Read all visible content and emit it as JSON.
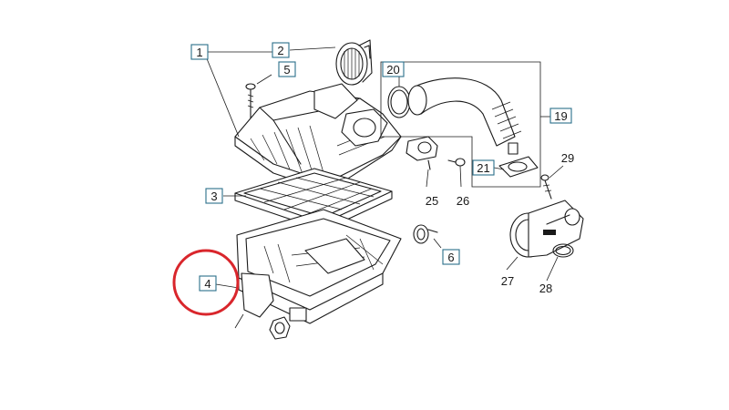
{
  "diagram": {
    "callouts": [
      {
        "id": "c1",
        "label": "1",
        "boxed": true
      },
      {
        "id": "c2",
        "label": "2",
        "boxed": true
      },
      {
        "id": "c5",
        "label": "5",
        "boxed": true
      },
      {
        "id": "c20",
        "label": "20",
        "boxed": true
      },
      {
        "id": "c19",
        "label": "19",
        "boxed": true
      },
      {
        "id": "c29",
        "label": "29",
        "boxed": false
      },
      {
        "id": "c21",
        "label": "21",
        "boxed": true
      },
      {
        "id": "c25",
        "label": "25",
        "boxed": false
      },
      {
        "id": "c26",
        "label": "26",
        "boxed": false
      },
      {
        "id": "c3",
        "label": "3",
        "boxed": true
      },
      {
        "id": "c6",
        "label": "6",
        "boxed": true
      },
      {
        "id": "c4",
        "label": "4",
        "boxed": true
      },
      {
        "id": "c27",
        "label": "27",
        "boxed": false
      },
      {
        "id": "c28",
        "label": "28",
        "boxed": false
      }
    ],
    "highlight": {
      "target": "4",
      "color": "#d9262c",
      "shape": "circle"
    },
    "colors": {
      "callout_box": "#2b6f8a",
      "line": "#1a1a1a",
      "highlight": "#d9262c"
    }
  }
}
